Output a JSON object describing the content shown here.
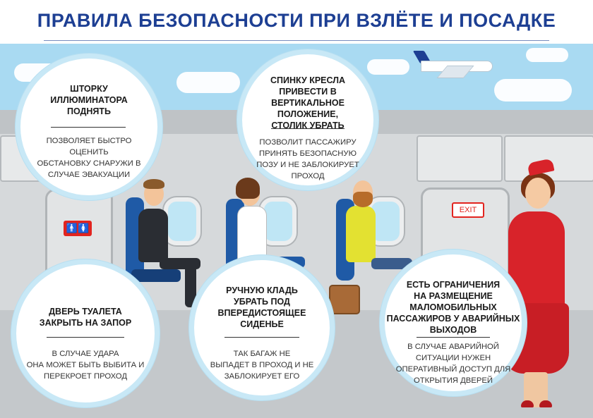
{
  "title": "ПРАВИЛА БЕЗОПАСНОСТИ ПРИ ВЗЛЁТЕ И ПОСАДКЕ",
  "signs": {
    "exit": "EXIT",
    "toilet": "🚹🚺"
  },
  "colors": {
    "title": "#1d3f93",
    "circle_border": "#c8e8f6",
    "sky": "#a9daf2",
    "uniform": "#d8232a"
  },
  "tips": [
    {
      "title": [
        "ШТОРКУ",
        "ИЛЛЮМИНАТОРА",
        "ПОДНЯТЬ"
      ],
      "text": [
        "ПОЗВОЛЯЕТ БЫСТРО ОЦЕНИТЬ",
        "ОБСТАНОВКУ СНАРУЖИ В",
        "СЛУЧАЕ ЭВАКУАЦИИ"
      ]
    },
    {
      "title": [
        "СПИНКУ КРЕСЛА",
        "ПРИВЕСТИ В",
        "ВЕРТИКАЛЬНОЕ ПОЛОЖЕНИЕ,",
        "СТОЛИК УБРАТЬ"
      ],
      "text": [
        "ПОЗВОЛИТ ПАССАЖИРУ",
        "ПРИНЯТЬ БЕЗОПАСНУЮ",
        "ПОЗУ И НЕ ЗАБЛОКИРУЕТ",
        "ПРОХОД"
      ]
    },
    {
      "title": [
        "ДВЕРЬ ТУАЛЕТА",
        "ЗАКРЫТЬ НА ЗАПОР"
      ],
      "text": [
        "В СЛУЧАЕ УДАРА",
        "ОНА МОЖЕТ БЫТЬ ВЫБИТА И",
        "ПЕРЕКРОЕТ ПРОХОД"
      ]
    },
    {
      "title": [
        "РУЧНУЮ КЛАДЬ",
        "УБРАТЬ ПОД",
        "ВПЕРЕДИСТОЯЩЕЕ",
        "СИДЕНЬЕ"
      ],
      "text": [
        "ТАК БАГАЖ НЕ",
        "ВЫПАДЕТ В ПРОХОД И НЕ",
        "ЗАБЛОКИРУЕТ ЕГО"
      ]
    },
    {
      "title": [
        "ЕСТЬ ОГРАНИЧЕНИЯ",
        "НА РАЗМЕЩЕНИЕ",
        "МАЛОМОБИЛЬНЫХ",
        "ПАССАЖИРОВ У АВАРИЙНЫХ",
        "ВЫХОДОВ"
      ],
      "text": [
        "В СЛУЧАЕ АВАРИЙНОЙ",
        "СИТУАЦИИ НУЖЕН",
        "ОПЕРАТИВНЫЙ ДОСТУП ДЛЯ",
        "ОТКРЫТИЯ ДВЕРЕЙ"
      ]
    }
  ]
}
